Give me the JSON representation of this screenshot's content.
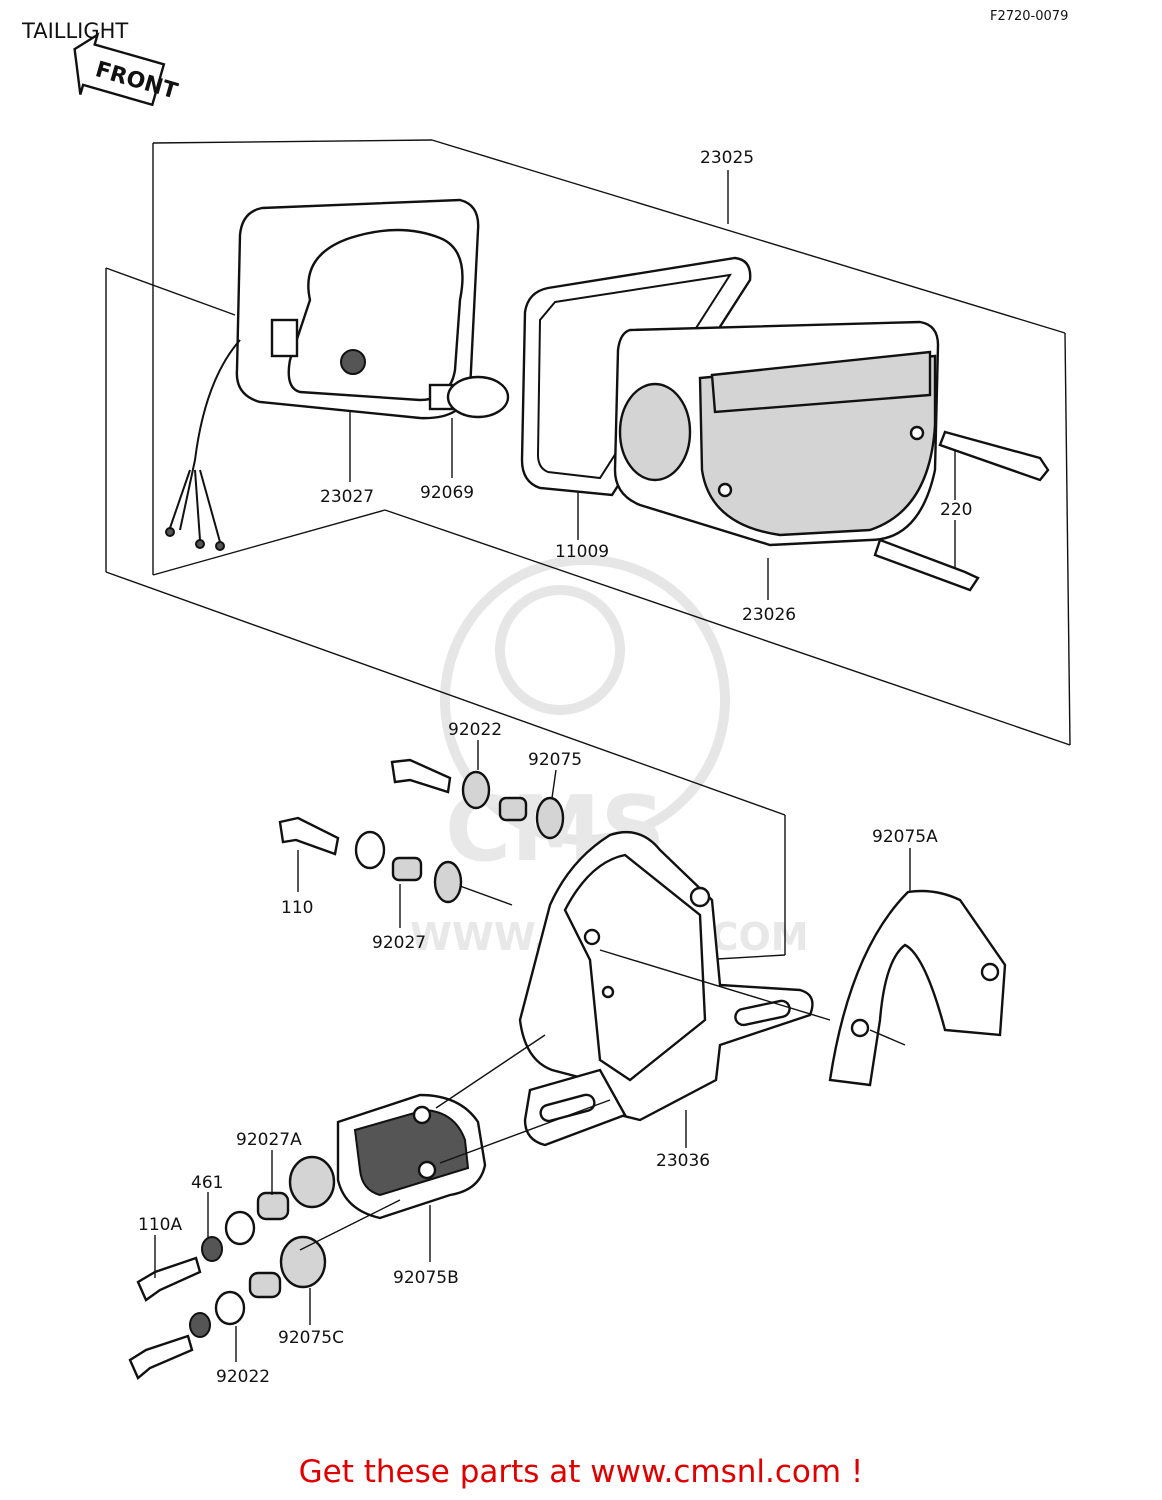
{
  "title": "TAILLIGHT",
  "figure_code": "F2720-0079",
  "front_label": "FRONT",
  "watermark_text": "WWW.CMSNL.COM",
  "watermark_logo": "CMS",
  "banner": "Get these parts at www.cmsnl.com !",
  "colors": {
    "banner": "#e00000",
    "line": "#111111",
    "watermark": "#e6e6e6"
  },
  "labels": {
    "l23025": "23025",
    "l23027": "23027",
    "l92069": "92069",
    "l11009": "11009",
    "l220": "220",
    "l23026": "23026",
    "l92022a": "92022",
    "l92075": "92075",
    "l92075A": "92075A",
    "l110": "110",
    "l92027": "92027",
    "l23036": "23036",
    "l92027A": "92027A",
    "l461": "461",
    "l110A": "110A",
    "l92075B": "92075B",
    "l92075C": "92075C",
    "l92022b": "92022"
  }
}
